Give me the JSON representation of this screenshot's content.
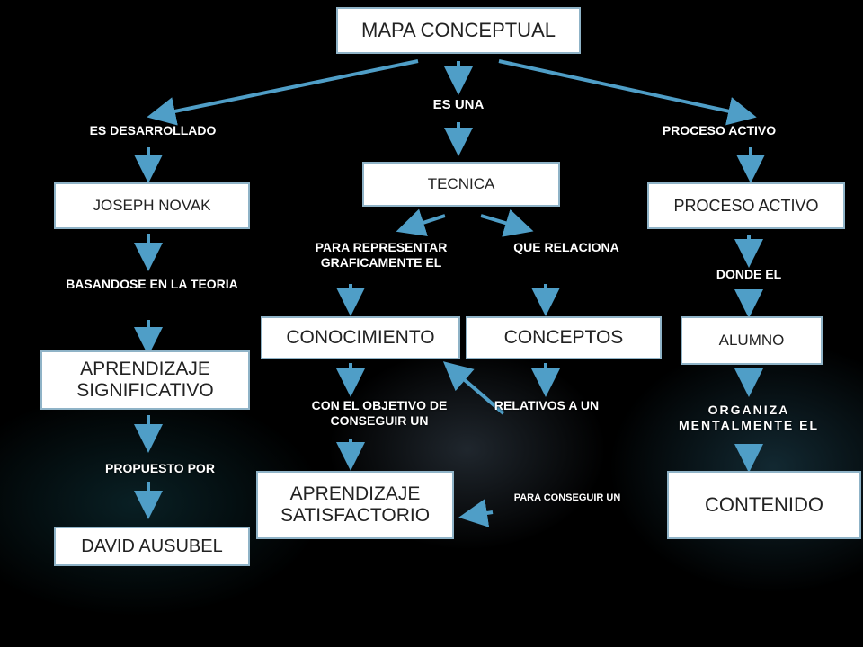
{
  "boxes": {
    "mapa": "MAPA CONCEPTUAL",
    "tecnica": "TECNICA",
    "joseph": "JOSEPH NOVAK",
    "proceso": "PROCESO ACTIVO",
    "conocimiento": "CONOCIMIENTO",
    "conceptos": "CONCEPTOS",
    "alumno": "ALUMNO",
    "aprendizaje_sig": "APRENDIZAJE SIGNIFICATIVO",
    "aprendizaje_sat": "APRENDIZAJE SATISFACTORIO",
    "contenido": "CONTENIDO",
    "david": "DAVID AUSUBEL"
  },
  "labels": {
    "es_una": "ES UNA",
    "es_desarrollado": "ES DESARROLLADO",
    "proceso_activo": "PROCESO ACTIVO",
    "para_representar": "PARA REPRESENTAR GRAFICAMENTE EL",
    "que_relaciona": "QUE RELACIONA",
    "basandose": "BASANDOSE EN LA TEORIA",
    "donde_el": "DONDE EL",
    "con_el_objetivo": "CON EL OBJETIVO DE CONSEGUIR UN",
    "relativos": "RELATIVOS A UN",
    "organiza": "ORGANIZA MENTALMENTE EL",
    "propuesto_por": "PROPUESTO POR",
    "para_conseguir": "PARA CONSEGUIR UN"
  },
  "colors": {
    "arrow": "#4f9ec7",
    "box_border": "#8fb3c7",
    "label_text": "#ffffff"
  }
}
